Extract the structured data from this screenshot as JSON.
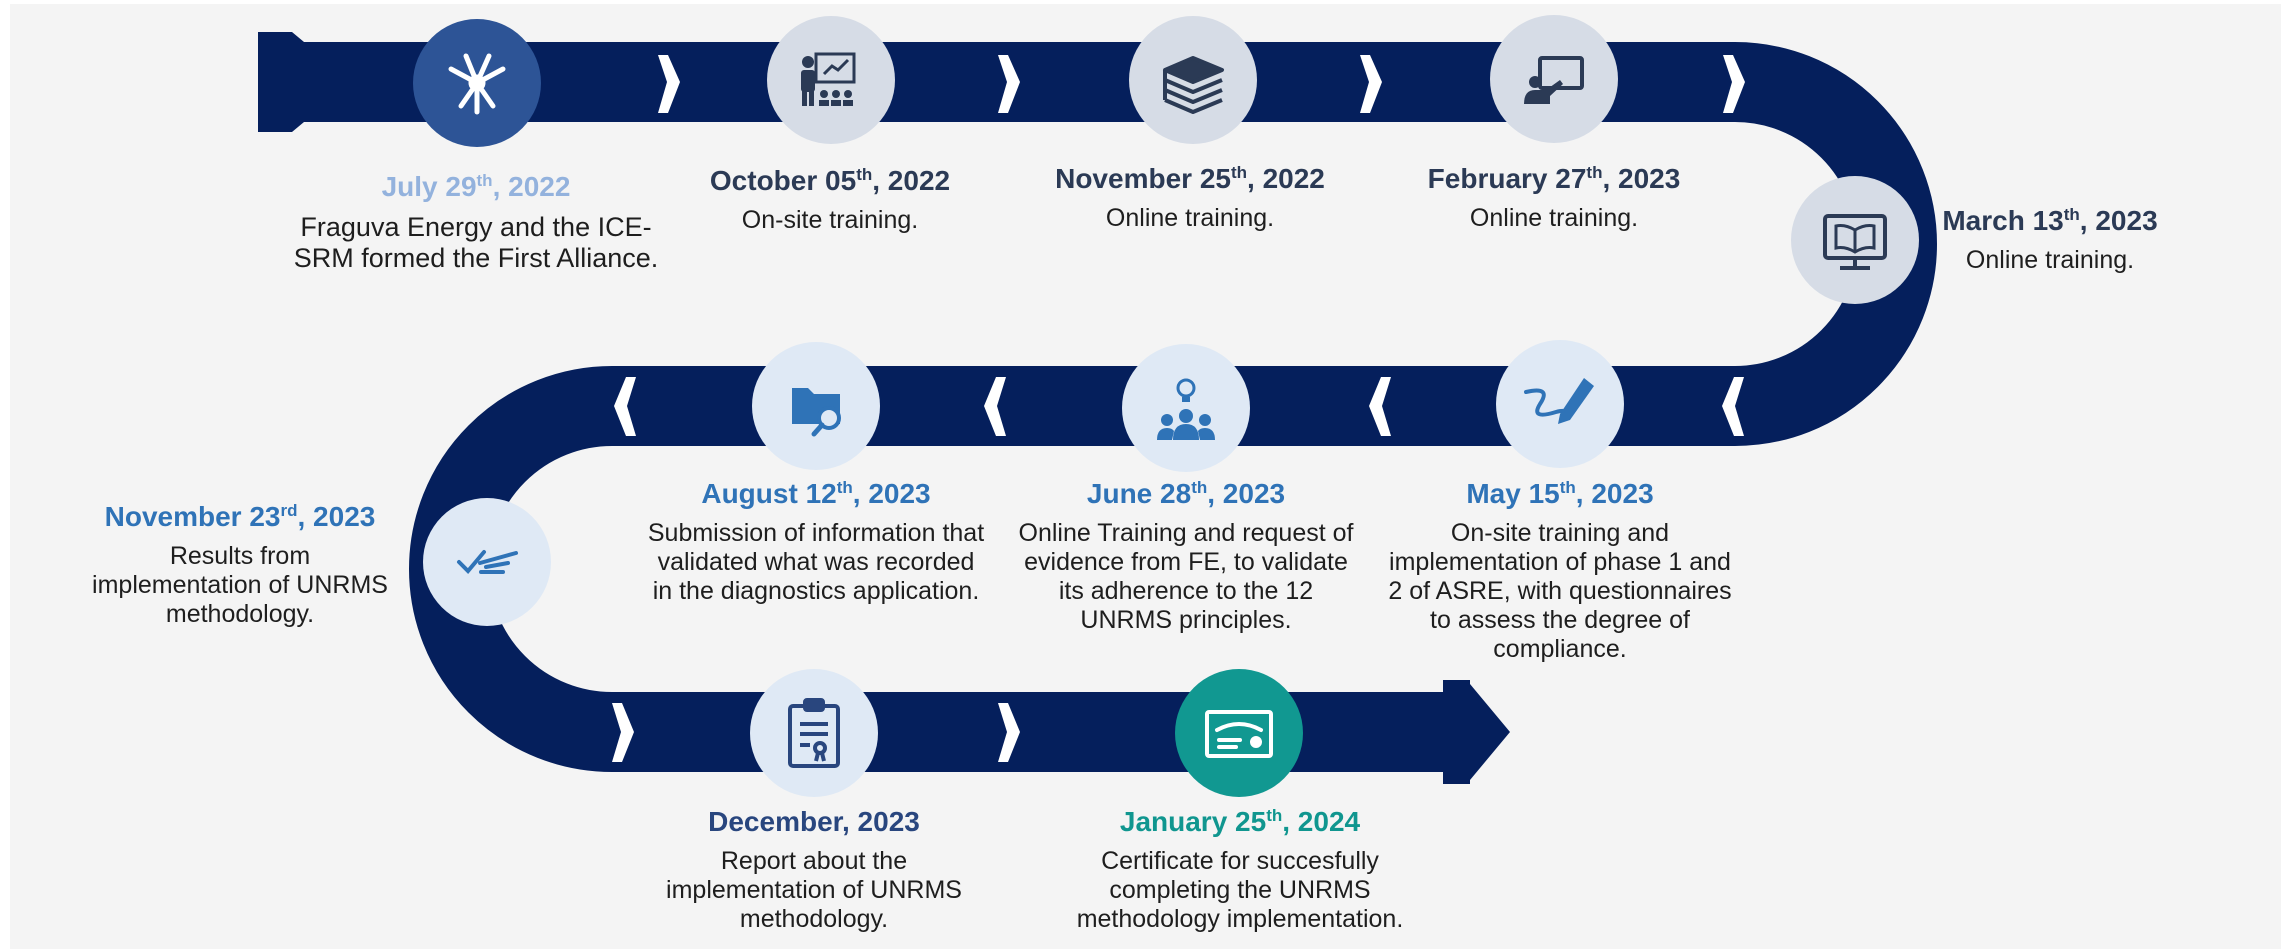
{
  "colors": {
    "road": "#051f5c",
    "chevron": "#ffffff",
    "circle_default": "#d6dce6",
    "circle_light": "#dfe9f5",
    "circle_accent_blue": "#2d5496",
    "circle_accent_teal": "#119891"
  },
  "milestones": [
    {
      "date_main": "July 29",
      "date_sup": "th",
      "date_tail": ", 2022",
      "description": "Fraguva Energy and the ICE-SRM formed the First Alliance.",
      "icon": "collaboration-hands-icon"
    },
    {
      "date_main": "October 05",
      "date_sup": "th",
      "date_tail": ", 2022",
      "description": "On-site training.",
      "icon": "presentation-teacher-icon"
    },
    {
      "date_main": "November 25",
      "date_sup": "th",
      "date_tail": ", 2022",
      "description": "Online training.",
      "icon": "books-stack-icon"
    },
    {
      "date_main": "February 27",
      "date_sup": "th",
      "date_tail": ", 2023",
      "description": "Online training.",
      "icon": "board-pointer-icon"
    },
    {
      "date_main": "March 13",
      "date_sup": "th",
      "date_tail": ", 2023",
      "description": "Online training.",
      "icon": "monitor-book-icon"
    },
    {
      "date_main": "May 15",
      "date_sup": "th",
      "date_tail": ", 2023",
      "description": "On-site training and implementation of phase 1 and 2 of ASRE, with questionnaires to assess the degree of compliance.",
      "icon": "pen-signature-icon"
    },
    {
      "date_main": "June 28",
      "date_sup": "th",
      "date_tail": ", 2023",
      "description": "Online Training and request of evidence from FE, to validate its adherence to the 12 UNRMS principles.",
      "icon": "team-idea-icon"
    },
    {
      "date_main": "August 12",
      "date_sup": "th",
      "date_tail": ", 2023",
      "description": "Submission of information that validated what was recorded in the diagnostics application.",
      "icon": "folder-search-icon"
    },
    {
      "date_main": "November 23",
      "date_sup": "rd",
      "date_tail": ", 2023",
      "description": "Results from implementation of UNRMS methodology.",
      "icon": "checklist-icon"
    },
    {
      "date_main": "December, 2023",
      "date_sup": "",
      "date_tail": "",
      "description": "Report about the implementation of UNRMS methodology.",
      "icon": "clipboard-certificate-icon"
    },
    {
      "date_main": "January 25",
      "date_sup": "th",
      "date_tail": ", 2024",
      "description": "Certificate for succesfully completing the UNRMS methodology implementation.",
      "icon": "certificate-icon"
    }
  ]
}
